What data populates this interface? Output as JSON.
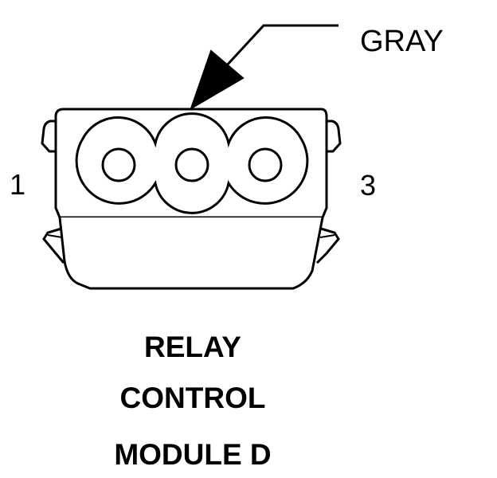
{
  "connector": {
    "wire_color_label": "GRAY",
    "pin_left_label": "1",
    "pin_right_label": "3",
    "pin_count": 3
  },
  "caption": {
    "line1": "RELAY",
    "line2": "CONTROL",
    "line3": "MODULE D"
  },
  "colors": {
    "line": "#000000",
    "background": "#ffffff"
  }
}
